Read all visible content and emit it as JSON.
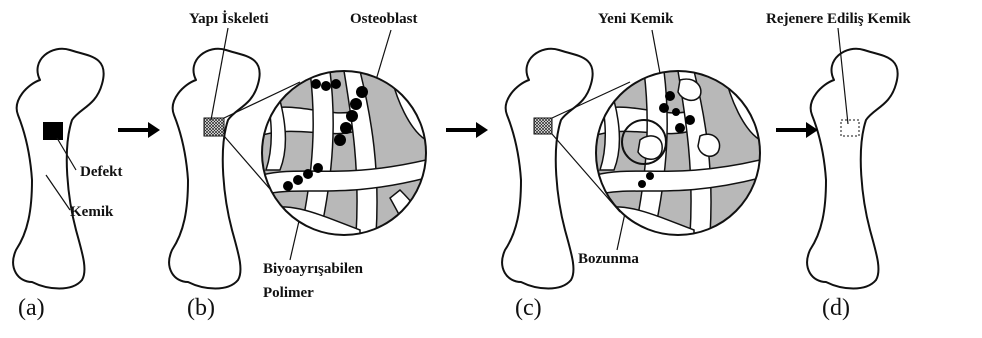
{
  "labels": {
    "defekt": "Defekt",
    "kemik": "Kemik",
    "yapi_iskeleti": "Yapı İskeleti",
    "osteoblast": "Osteoblast",
    "biyoayrisabilen": "Biyoayrışabilen",
    "polimer": "Polimer",
    "yeni_kemik": "Yeni Kemik",
    "bozunma": "Bozunma",
    "rejenere": "Rejenere Ediliş Kemik"
  },
  "panels": [
    "(a)",
    "(b)",
    "(c)",
    "(d)"
  ],
  "colors": {
    "stroke": "#111111",
    "fill_gray": "#b8b8b8",
    "defect": "#000000"
  }
}
